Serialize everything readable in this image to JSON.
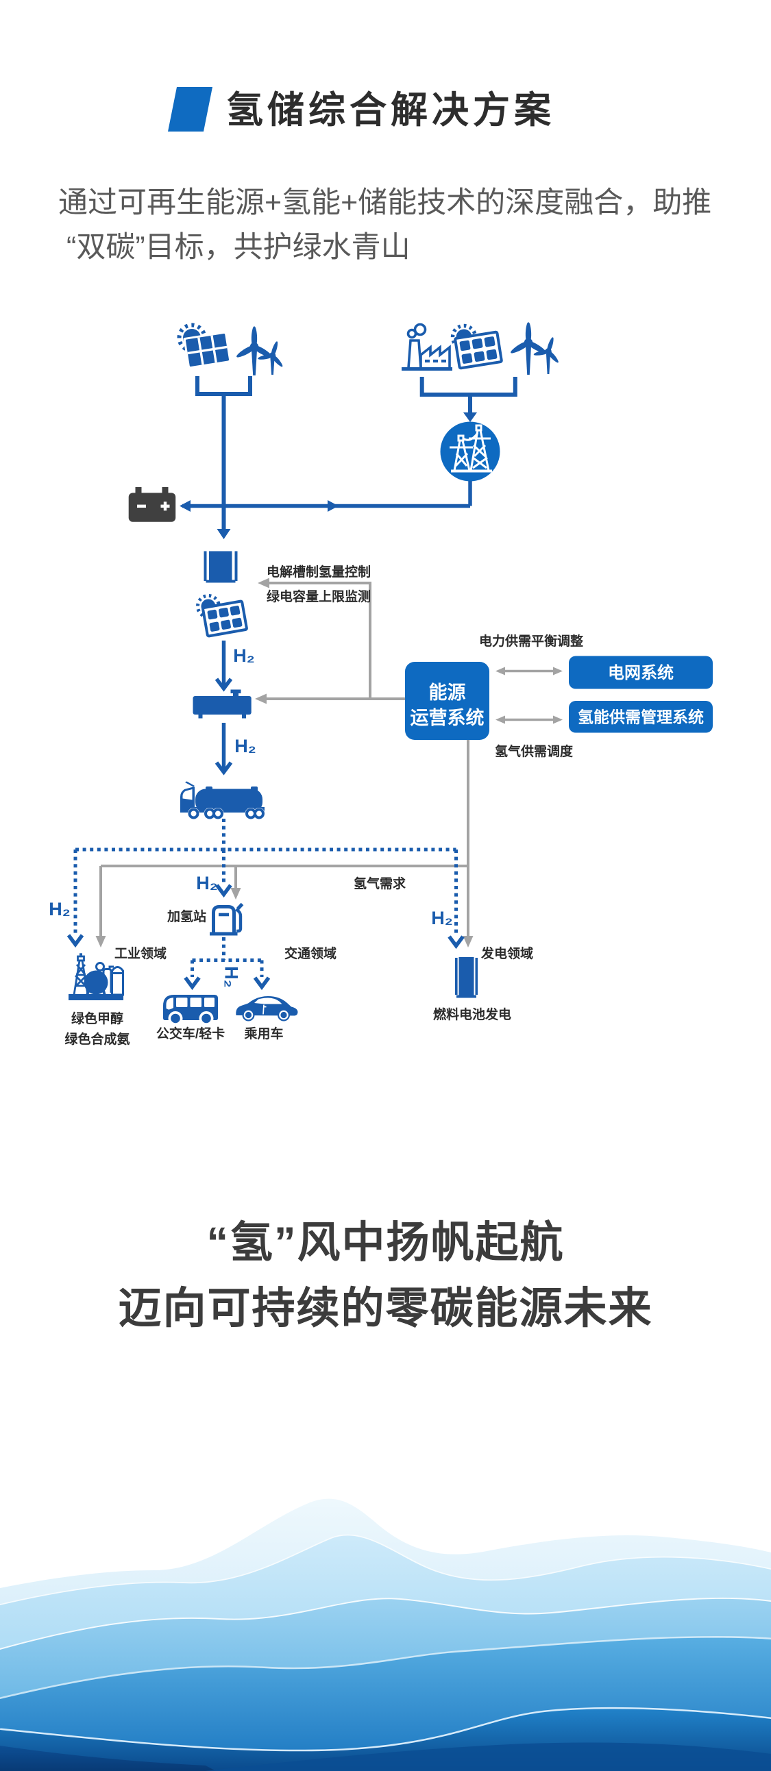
{
  "header": {
    "title": "氢储综合解决方案"
  },
  "intro": {
    "line1": "通过可再生能源+氢能+储能技术的深度融合，助推",
    "line2": "“双碳”目标，共护绿水青山"
  },
  "diagram": {
    "h2": "H₂",
    "control": {
      "electrolysis": "电解槽制氢量控制",
      "green_power": "绿电容量上限监测"
    },
    "ops_box": {
      "line1": "能源",
      "line2": "运营系统"
    },
    "grid_box": "电网系统",
    "h2_mgmt_box": "氢能供需管理系统",
    "power_balance": "电力供需平衡调整",
    "h2_dispatch": "氢气供需调度",
    "h2_demand": "氢气需求",
    "station": "加氢站",
    "sectors": {
      "industry": "工业领域",
      "transport": "交通领域",
      "power": "发电领域"
    },
    "products": {
      "methanol": "绿色甲醇",
      "ammonia": "绿色合成氨",
      "bus": "公交车/轻卡",
      "car": "乘用车",
      "fuel_cell": "燃料电池发电"
    }
  },
  "slogan": {
    "line1": "“氢”风中扬帆起航",
    "line2": "迈向可持续的零碳能源未来"
  },
  "colors": {
    "icon_blue": "#1a5cad",
    "box_blue": "#0e6ac1",
    "accent_blue": "#0f6bc1",
    "gray_line": "#a3a3a3",
    "label_dark": "#2b2b2b",
    "subtitle_gray": "#595959",
    "slogan_gray": "#3c3c3c",
    "battery_dark": "#404040"
  }
}
